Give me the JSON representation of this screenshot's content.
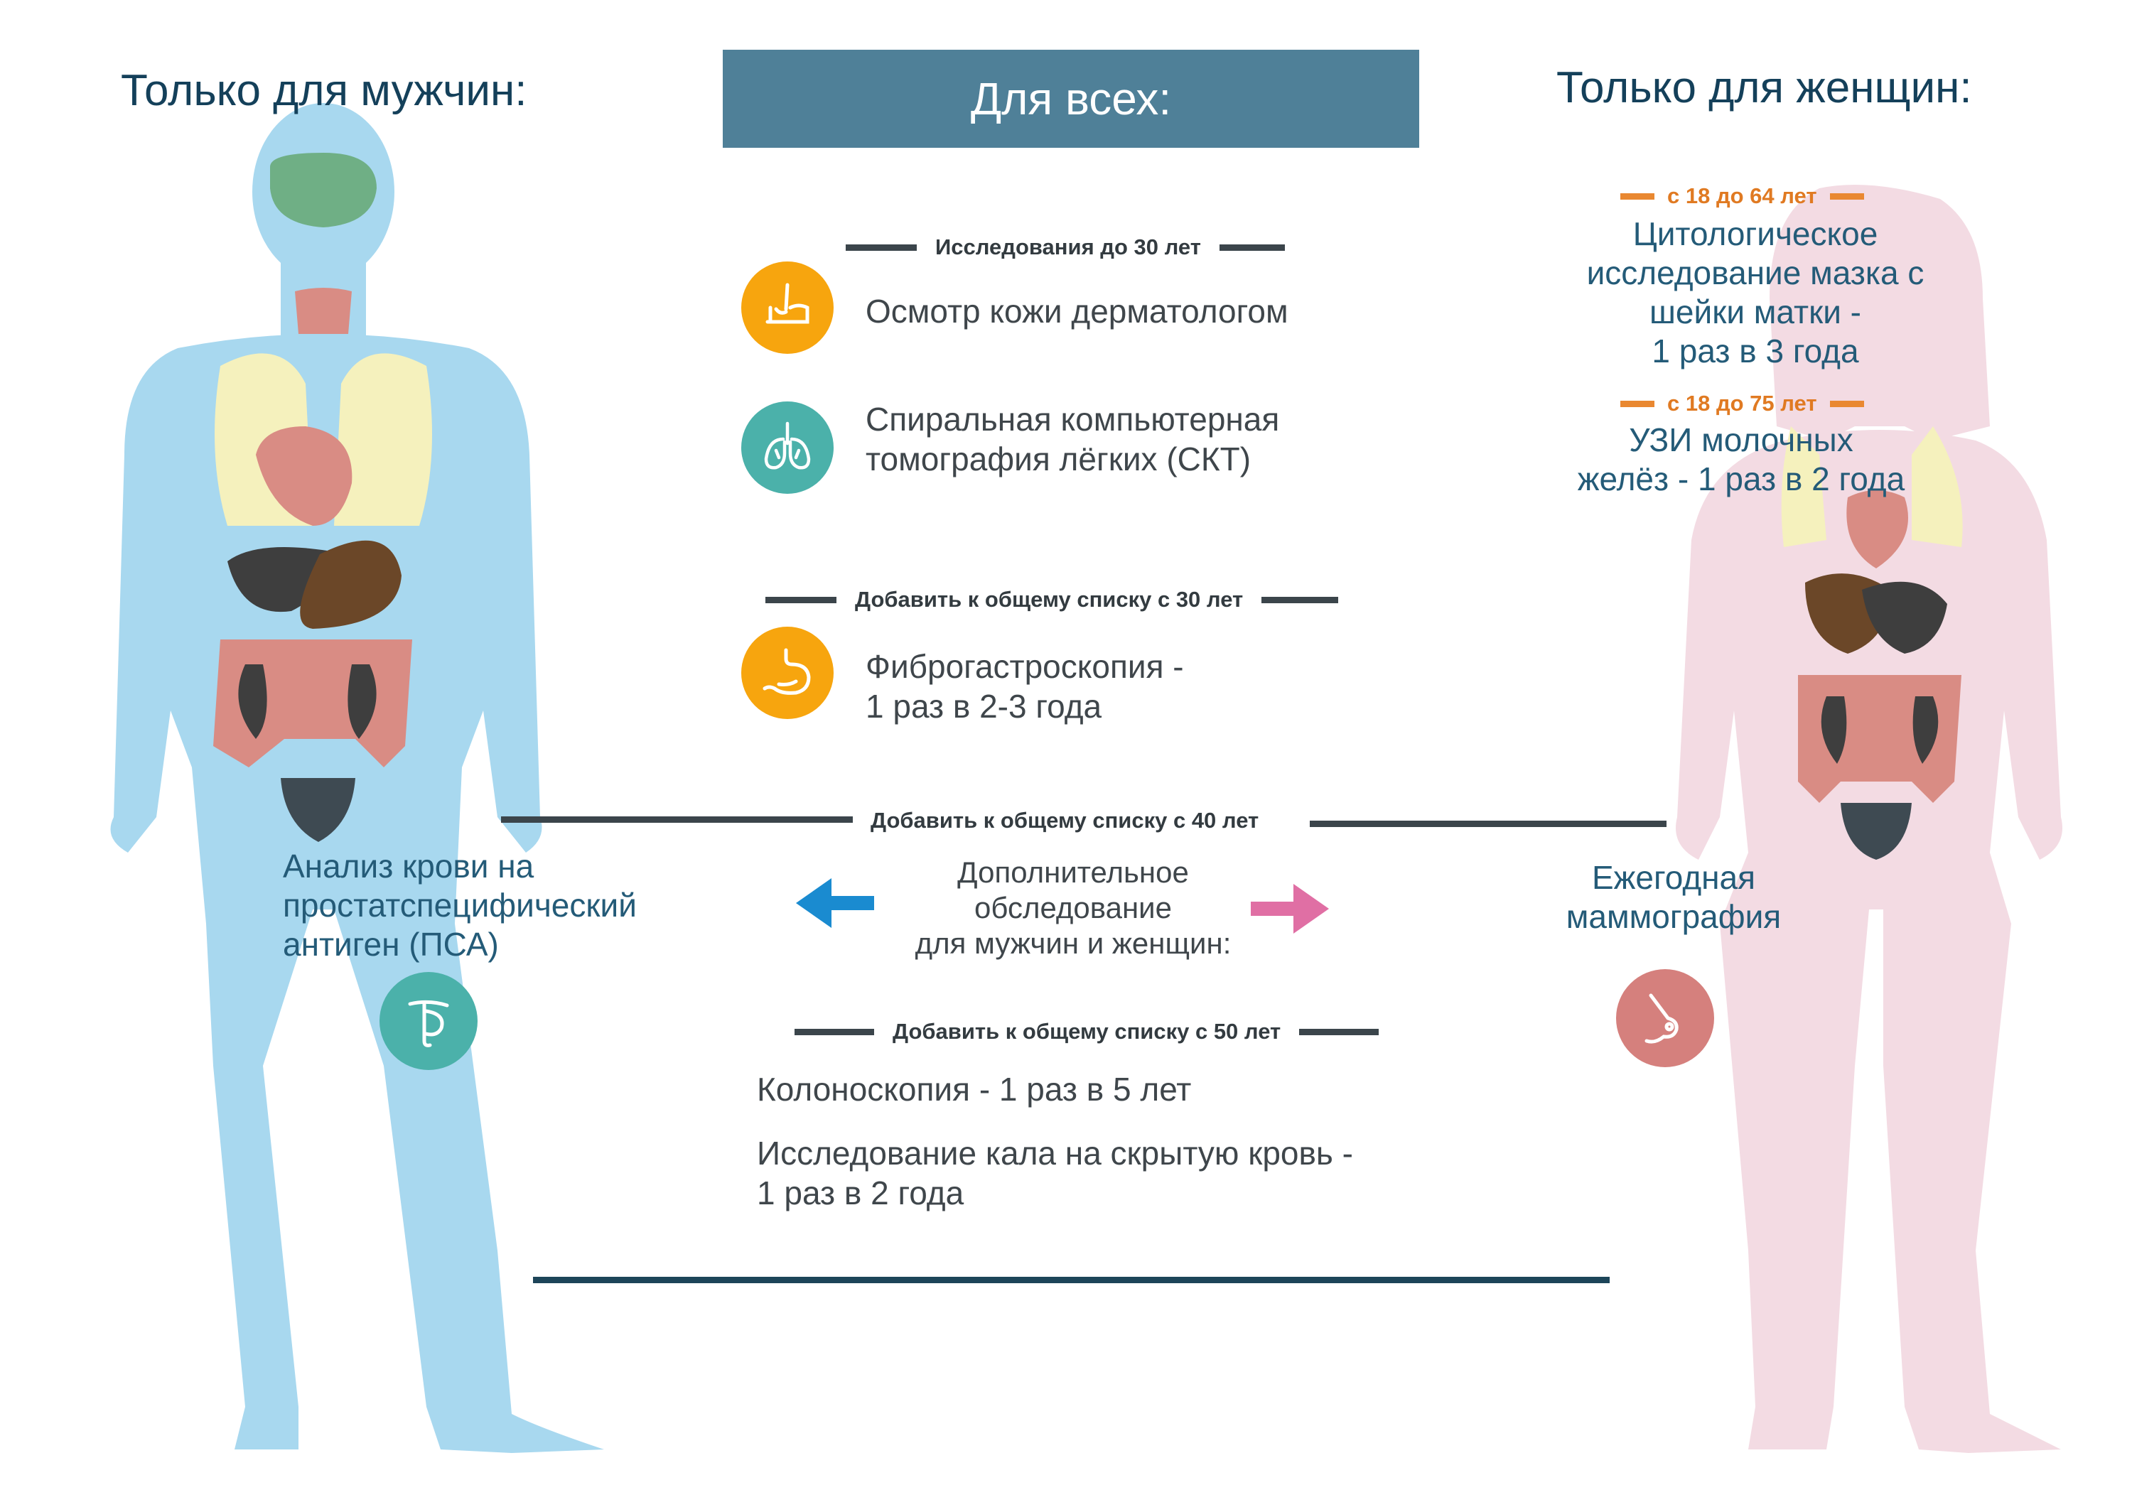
{
  "headers": {
    "men_title": "Только для мужчин:",
    "all_title": "Для всех:",
    "women_title": "Только для женщин:"
  },
  "sections": {
    "under30": {
      "heading": "Исследования до 30 лет",
      "items": [
        {
          "icon": "skin-icon",
          "color": "#f7a50e",
          "text": "Осмотр кожи дерматологом"
        },
        {
          "icon": "lungs-icon",
          "color": "#4bb1aa",
          "line1": "Спиральная компьютерная",
          "line2": "томография лёгких (СКТ)"
        }
      ]
    },
    "from30": {
      "heading": "Добавить к общему списку с 30 лет",
      "item": {
        "icon": "stomach-icon",
        "color": "#f7a50e",
        "line1": "Фиброгастроскопия -",
        "line2": "1 раз в 2-3 года"
      }
    },
    "from40": {
      "heading": "Добавить к общему списку с 40 лет",
      "line1": "Дополнительное",
      "line2": "обследование",
      "line3": "для мужчин и женщин:",
      "men_item": {
        "icon": "prostate-icon",
        "color": "#4bb1aa",
        "line1": "Анализ крови на",
        "line2": "простатспецифический",
        "line3": "антиген (ПСА)"
      },
      "women_item": {
        "icon": "breast-icon",
        "color": "#d5807d",
        "line1": "Ежегодная",
        "line2": "маммография"
      },
      "arrow_left_color": "#1a8bd0",
      "arrow_right_color": "#e06fa4"
    },
    "from50": {
      "heading": "Добавить к общему списку с 50 лет",
      "item1": "Колоноскопия - 1 раз в 5 лет",
      "item2_line1": "Исследование кала на скрытую кровь -",
      "item2_line2": "1 раз в 2 года"
    }
  },
  "women_only": {
    "a": {
      "age": "с 18 до 64 лет",
      "line1": "Цитологическое",
      "line2": "исследование мазка с",
      "line3": "шейки матки -",
      "line4": "1 раз в 3 года"
    },
    "b": {
      "age": "с 18 до 75 лет",
      "line1": "УЗИ молочных",
      "line2": "желёз - 1 раз в 2 года"
    }
  },
  "colors": {
    "male_body": "#a8d8ef",
    "female_body": "#f3dbe3",
    "accent_orange": "#e98831",
    "title_navy": "#14405a",
    "banner": "#4f8098"
  }
}
